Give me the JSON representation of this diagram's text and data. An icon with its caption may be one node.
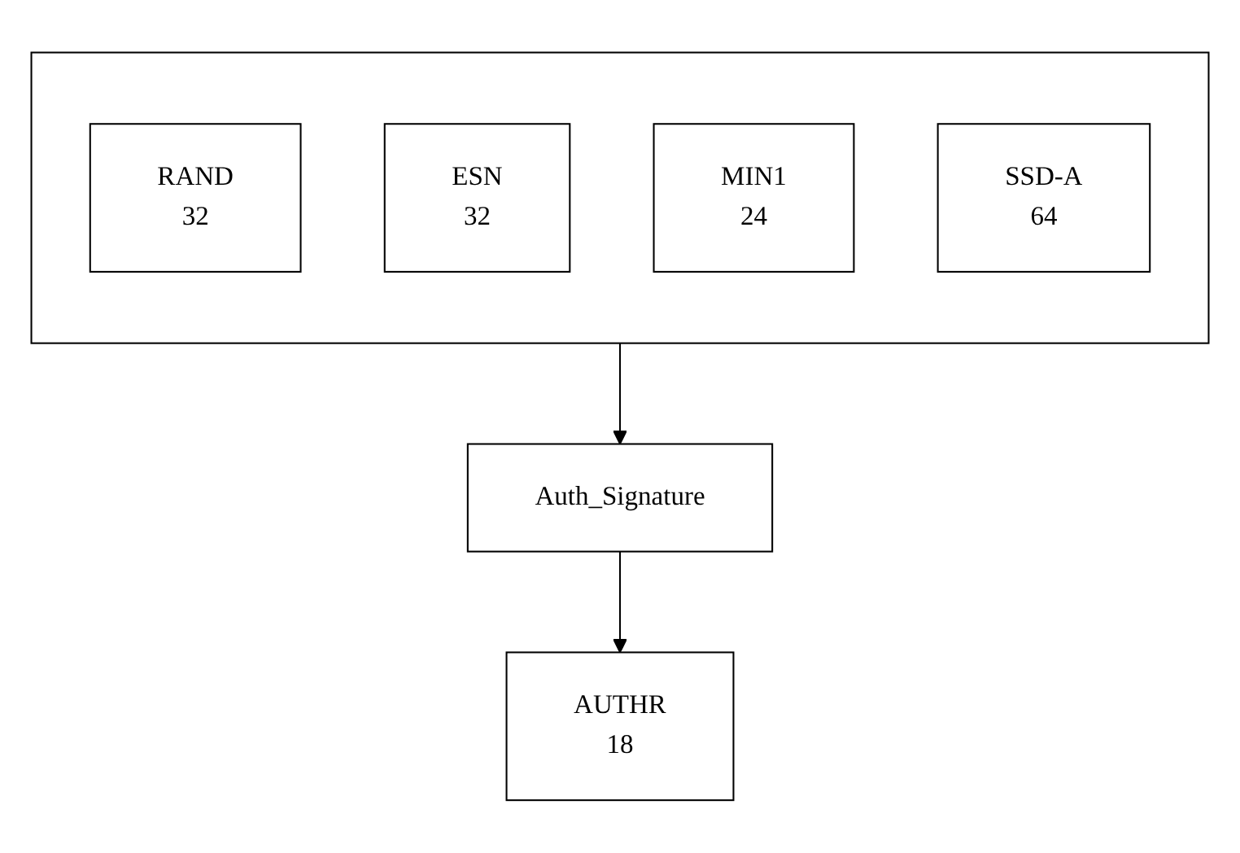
{
  "diagram": {
    "nodes": [
      {
        "text": [],
        "shape": "box"
      },
      {
        "text": [
          "RAND",
          "32"
        ],
        "in": 0
      },
      {
        "text": [
          "ESN",
          "32"
        ],
        "in": 0
      },
      {
        "text": [
          "MIN1",
          "24"
        ],
        "in": 0
      },
      {
        "text": [
          "SSD-A",
          "64"
        ],
        "in": 0
      },
      {
        "text": [
          "Auth_Signature"
        ]
      },
      {
        "text": [
          "AUTHR",
          "18"
        ]
      }
    ],
    "edges": [
      {
        "from": 0,
        "to": 5,
        "arrow": "to"
      },
      {
        "from": 5,
        "to": 6,
        "arrow": "to"
      }
    ]
  }
}
